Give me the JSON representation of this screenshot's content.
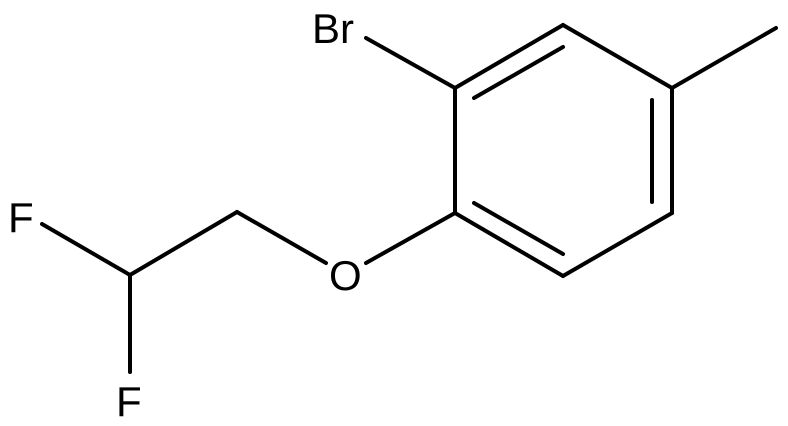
{
  "structure": {
    "atoms": {
      "br": "Br",
      "o": "O",
      "f_top": "F",
      "f_bottom": "F"
    }
  }
}
